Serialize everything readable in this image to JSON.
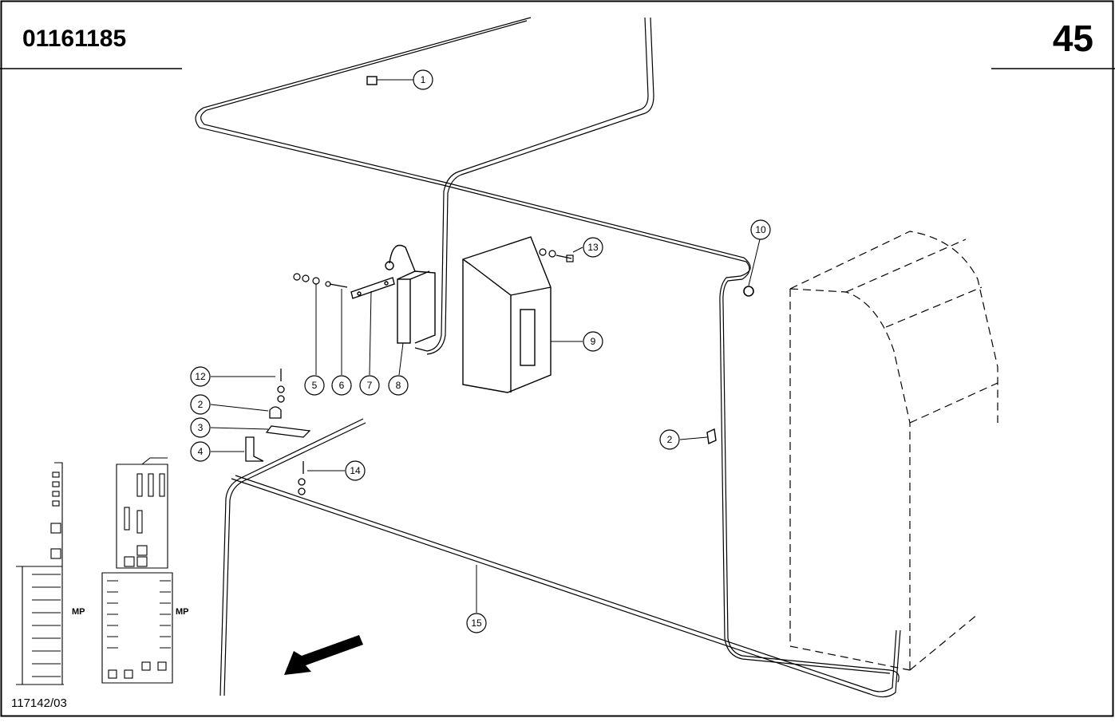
{
  "header": {
    "part_number": "01161185",
    "page_number": "45"
  },
  "footer": {
    "drawing_ref": "117142/03"
  },
  "inset": {
    "left_label": "MP",
    "right_label": "MP"
  },
  "callouts": [
    "1",
    "2",
    "3",
    "4",
    "5",
    "6",
    "7",
    "8",
    "9",
    "10",
    "12",
    "13",
    "14",
    "15",
    "2"
  ],
  "colors": {
    "line": "#000000",
    "background": "#ffffff"
  },
  "icons": [
    "direction-arrow-icon"
  ]
}
